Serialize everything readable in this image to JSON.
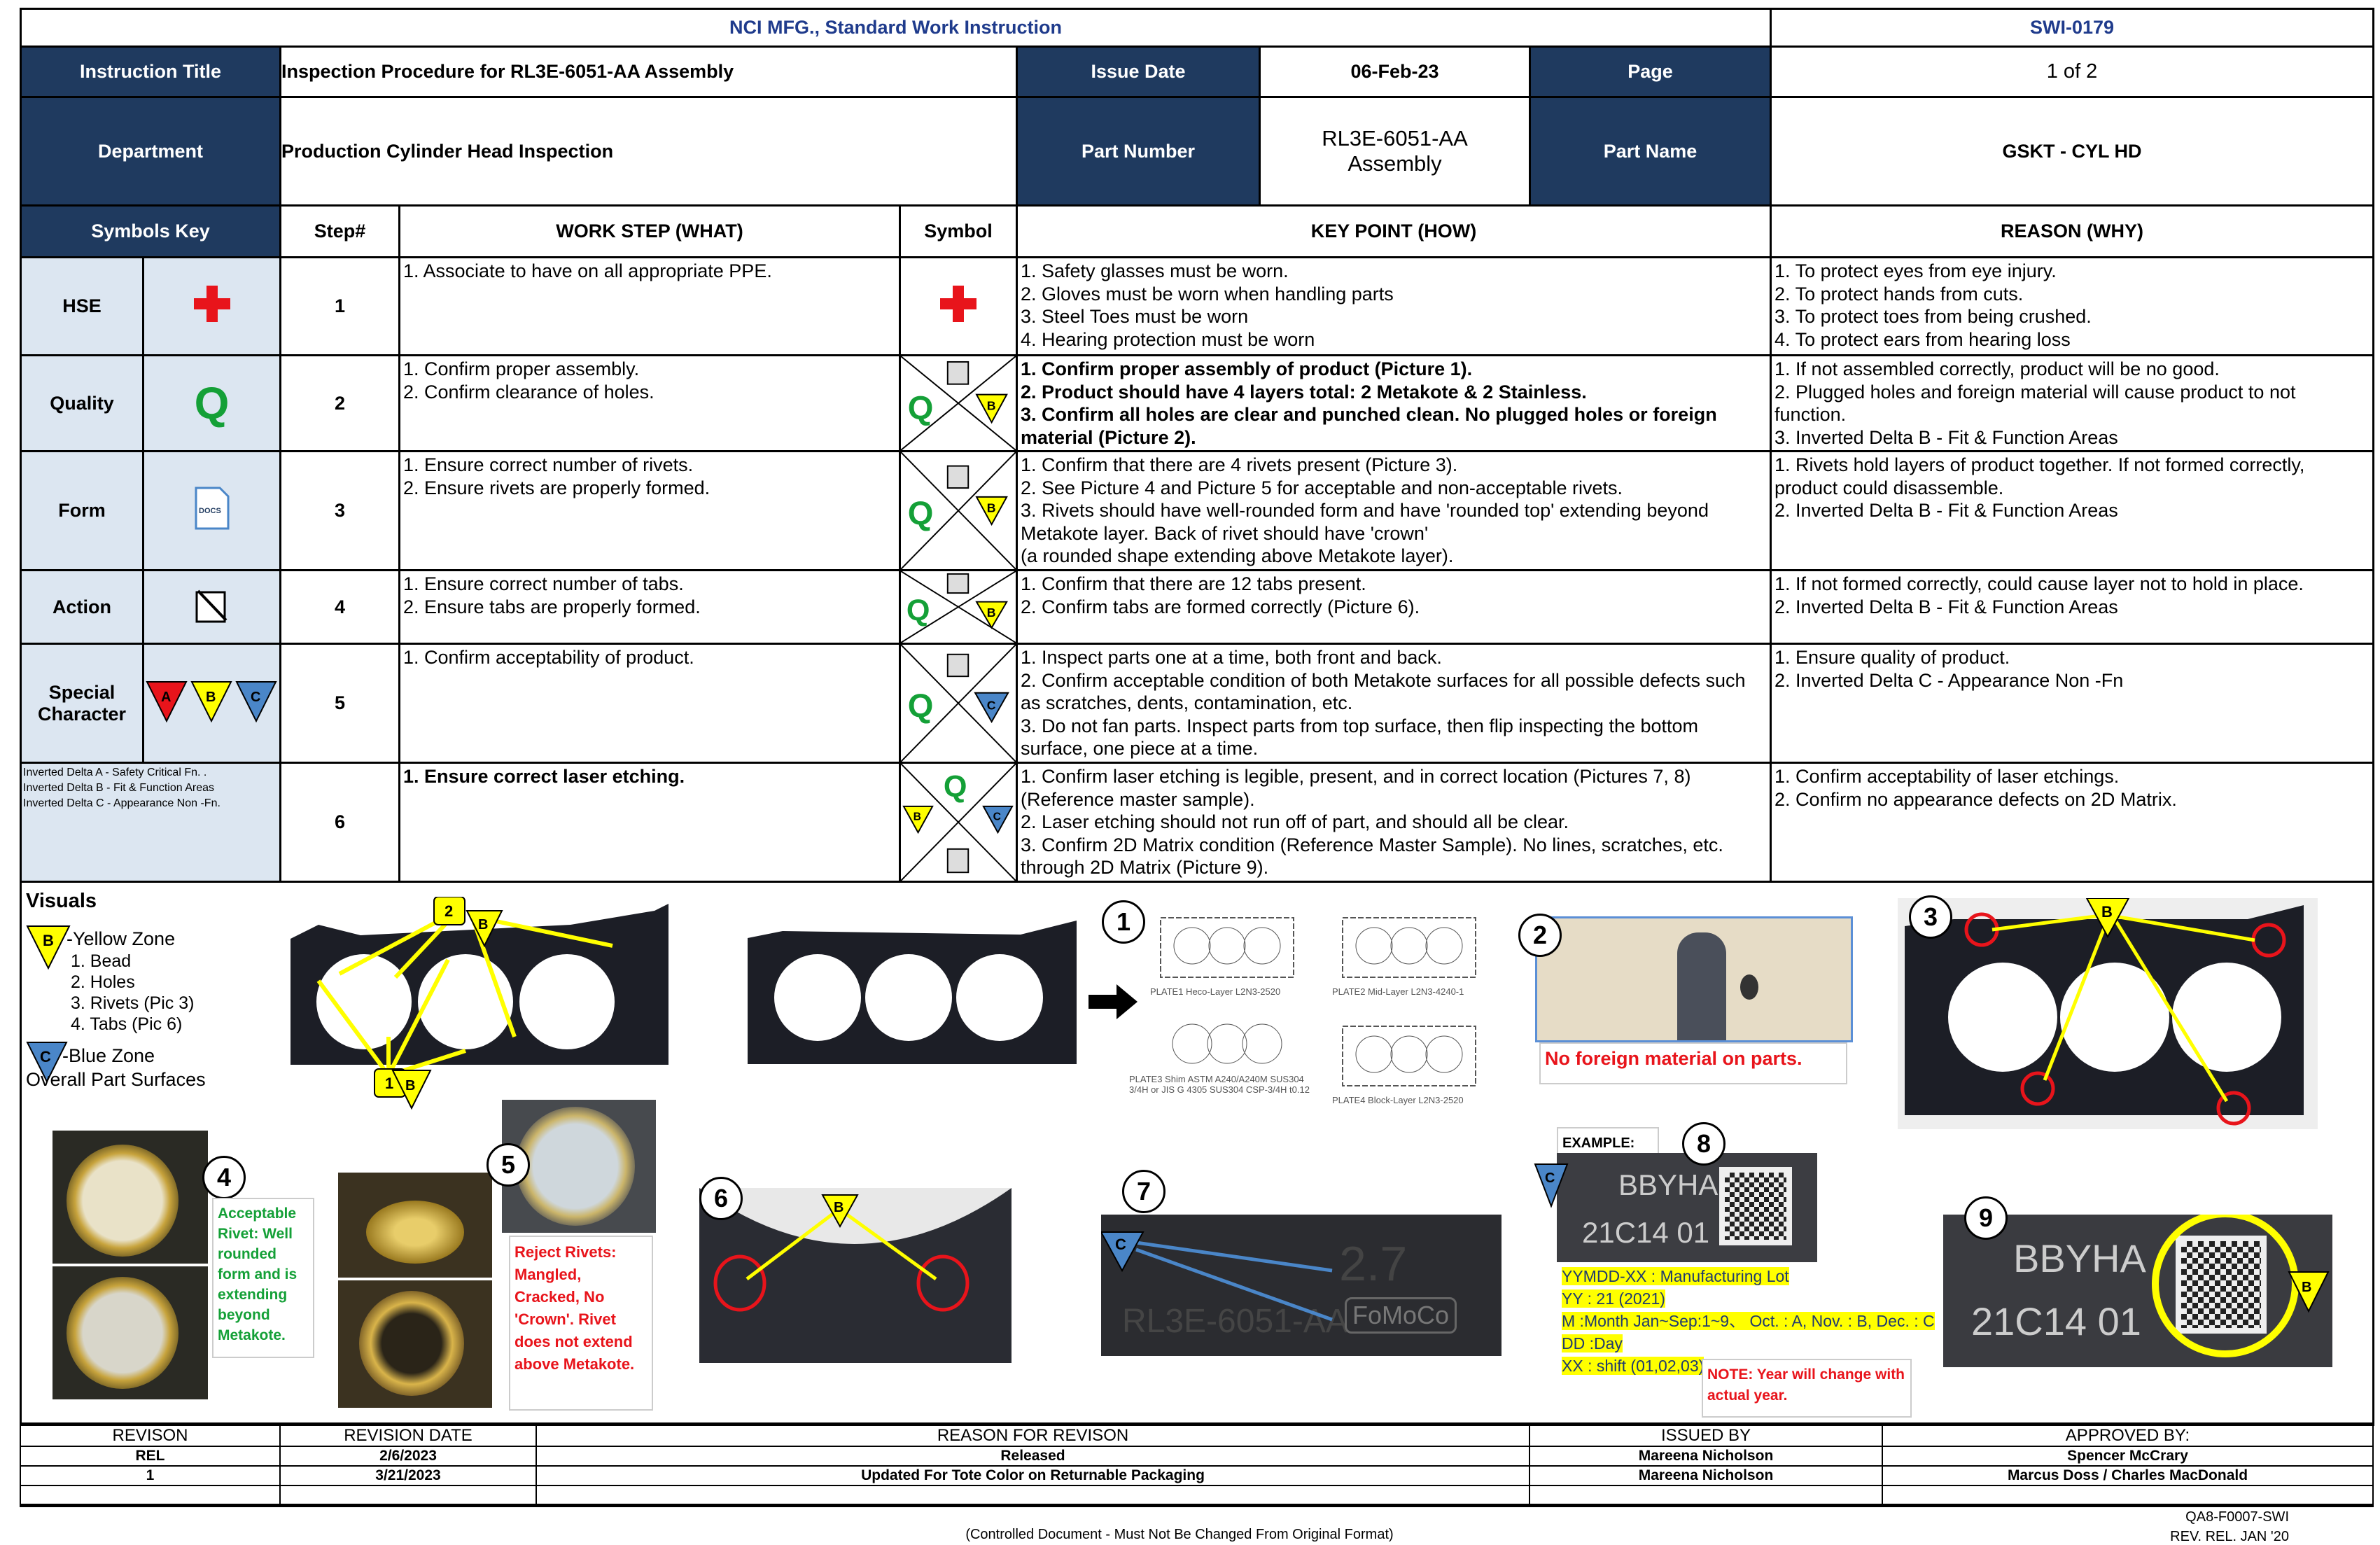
{
  "header": {
    "title": "NCI MFG., Standard Work Instruction",
    "doc_id": "SWI-0179",
    "instruction_title_label": "Instruction Title",
    "instruction_title": "Inspection Procedure for RL3E-6051-AA Assembly",
    "issue_date_label": "Issue Date",
    "issue_date": "06-Feb-23",
    "page_label": "Page",
    "page": "1 of 2",
    "department_label": "Department",
    "department": "Production Cylinder Head Inspection",
    "part_number_label": "Part Number",
    "part_number": "RL3E-6051-AA Assembly",
    "part_name_label": "Part Name",
    "part_name": "GSKT - CYL HD"
  },
  "columns": {
    "symbols_key": "Symbols Key",
    "step": "Step#",
    "work_step": "WORK STEP (WHAT)",
    "symbol": "Symbol",
    "key_point": "KEY POINT (HOW)",
    "reason": "REASON (WHY)"
  },
  "symbols_key": {
    "hse": "HSE",
    "quality": "Quality",
    "quality_glyph": "Q",
    "form": "Form",
    "form_glyph": "DOCS",
    "action": "Action",
    "special": "Special Character",
    "deltas": [
      "A",
      "B",
      "C"
    ],
    "legend": [
      "Inverted Delta A - Safety Critical Fn. .",
      "Inverted Delta B - Fit & Function Areas",
      "Inverted Delta C  - Appearance Non -Fn."
    ]
  },
  "colors": {
    "navy": "#1f3a5f",
    "key_bg": "#dce6f1",
    "hse_red": "#e8141b",
    "quality_green": "#14a037",
    "delta_a": "#e8141b",
    "delta_b": "#ffff00",
    "delta_c": "#4a86c8"
  },
  "steps": [
    {
      "num": "1",
      "what": [
        "1. Associate to have on all appropriate PPE."
      ],
      "how": [
        "1. Safety glasses must be worn.",
        "2. Gloves must be worn when handling parts",
        "3. Steel Toes must be worn",
        "4. Hearing protection must be worn"
      ],
      "why": [
        "1. To protect eyes from eye injury.",
        "2. To protect hands from cuts.",
        "3. To protect toes from being crushed.",
        "4. To protect ears from hearing loss"
      ]
    },
    {
      "num": "2",
      "what": [
        "1. Confirm proper assembly.",
        "2. Confirm clearance of holes."
      ],
      "how": [
        "1. Confirm proper assembly of product (Picture 1).",
        "2. Product should have 4 layers total: 2 Metakote & 2 Stainless.",
        "3. Confirm all holes are clear and punched clean. No plugged holes or foreign material (Picture 2)."
      ],
      "why": [
        "1. If not assembled correctly, product will be no good.",
        "2. Plugged holes and foreign material will cause product to not function.",
        "3. Inverted Delta B - Fit & Function Areas"
      ]
    },
    {
      "num": "3",
      "what": [
        "1. Ensure correct number of rivets.",
        "2. Ensure rivets are properly formed."
      ],
      "how": [
        "1. Confirm that there are 4 rivets present (Picture 3).",
        "2. See Picture 4 and Picture 5 for acceptable and non-acceptable rivets.",
        "3. Rivets should have well-rounded form and have 'rounded top' extending beyond Metakote layer. Back of rivet should have 'crown'",
        "(a rounded shape extending above Metakote layer)."
      ],
      "why": [
        "1. Rivets hold layers of product together. If not formed correctly, product could disassemble.",
        "2. Inverted Delta B - Fit & Function Areas"
      ]
    },
    {
      "num": "4",
      "what": [
        "1. Ensure correct number of tabs.",
        "2. Ensure tabs are properly formed."
      ],
      "how": [
        "1. Confirm that there are 12 tabs present.",
        "2. Confirm tabs are formed correctly (Picture 6)."
      ],
      "why": [
        "1. If not formed correctly, could cause layer not to hold in place.",
        "2. Inverted Delta B - Fit & Function Areas"
      ]
    },
    {
      "num": "5",
      "what": [
        "1. Confirm acceptability of product."
      ],
      "how": [
        "1. Inspect parts one at a time, both front and back.",
        "2. Confirm acceptable condition of both Metakote surfaces for all possible defects such as scratches, dents, contamination, etc.",
        "3. Do not fan parts. Inspect parts from top surface, then flip inspecting the bottom surface, one piece at a time."
      ],
      "why": [
        "1. Ensure quality of product.",
        "2. Inverted Delta C  - Appearance Non -Fn"
      ]
    },
    {
      "num": "6",
      "what": [
        "1. Ensure correct laser etching."
      ],
      "how": [
        "1. Confirm laser etching is legible, present, and in correct location (Pictures 7, 8) (Reference master sample).",
        "2. Laser etching should not run off of part, and should all be clear.",
        "3. Confirm 2D Matrix condition (Reference Master Sample). No lines, scratches, etc. through 2D Matrix (Picture 9)."
      ],
      "why": [
        "1. Confirm acceptability of laser etchings.",
        "2. Confirm no appearance defects on 2D Matrix."
      ]
    }
  ],
  "visuals": {
    "title": "Visuals",
    "yellow_zone": "-Yellow Zone",
    "yellow_items": [
      "1. Bead",
      "2. Holes",
      "3. Rivets (Pic 3)",
      "4. Tabs (Pic 6)"
    ],
    "blue_zone": "-Blue Zone",
    "blue_desc": "Overall Part Surfaces",
    "callouts": [
      "1",
      "2"
    ],
    "pic_numbers": [
      "1",
      "2",
      "3",
      "4",
      "5",
      "6",
      "7",
      "8",
      "9"
    ],
    "drawing_labels": [
      "PLATE1 Heco-Layer L2N3-2520",
      "PLATE2 Mid-Layer L2N3-4240-1",
      "PLATE3 Shim ASTM A240/A240M SUS304 3/4H or JIS G 4305 SUS304 CSP-3/4H t0.12",
      "PLATE4 Block-Layer L2N3-2520"
    ],
    "pic2_caption": "No foreign material on parts.",
    "pic4_caption": "Acceptable Rivet: Well rounded form and is extending beyond Metakote.",
    "pic5_caption": "Reject Rivets: Mangled, Cracked, No 'Crown'. Rivet does not extend above Metakote.",
    "pic7_etch": [
      "2.7",
      "RL3E-6051-AA",
      "FoMoCo"
    ],
    "example_label": "EXAMPLE:",
    "etch_line1": "BBYHA",
    "etch_line2": "21C14 01",
    "lot_legend": [
      "YYMDD-XX : Manufacturing Lot",
      "YY : 21 (2021)",
      "M   :Month Jan~Sep:1~9、 Oct. : A, Nov. : B, Dec. : C",
      "DD  :Day",
      "XX : shift (01,02,03)"
    ],
    "note": "NOTE: Year will change with actual year."
  },
  "revisions": {
    "headers": [
      "REVISON",
      "REVISION DATE",
      "REASON FOR REVISON",
      "ISSUED BY",
      "APPROVED BY:"
    ],
    "rows": [
      [
        "REL",
        "2/6/2023",
        "Released",
        "Mareena Nicholson",
        "Spencer McCrary"
      ],
      [
        "1",
        "3/21/2023",
        "Updated For Tote Color on Returnable Packaging",
        "Mareena Nicholson",
        "Marcus Doss / Charles MacDonald"
      ]
    ]
  },
  "footer": {
    "controlled": "(Controlled Document - Must Not Be Changed From Original Format)",
    "form_id": "QA8-F0007-SWI",
    "form_rev": "REV. REL. JAN '20"
  }
}
